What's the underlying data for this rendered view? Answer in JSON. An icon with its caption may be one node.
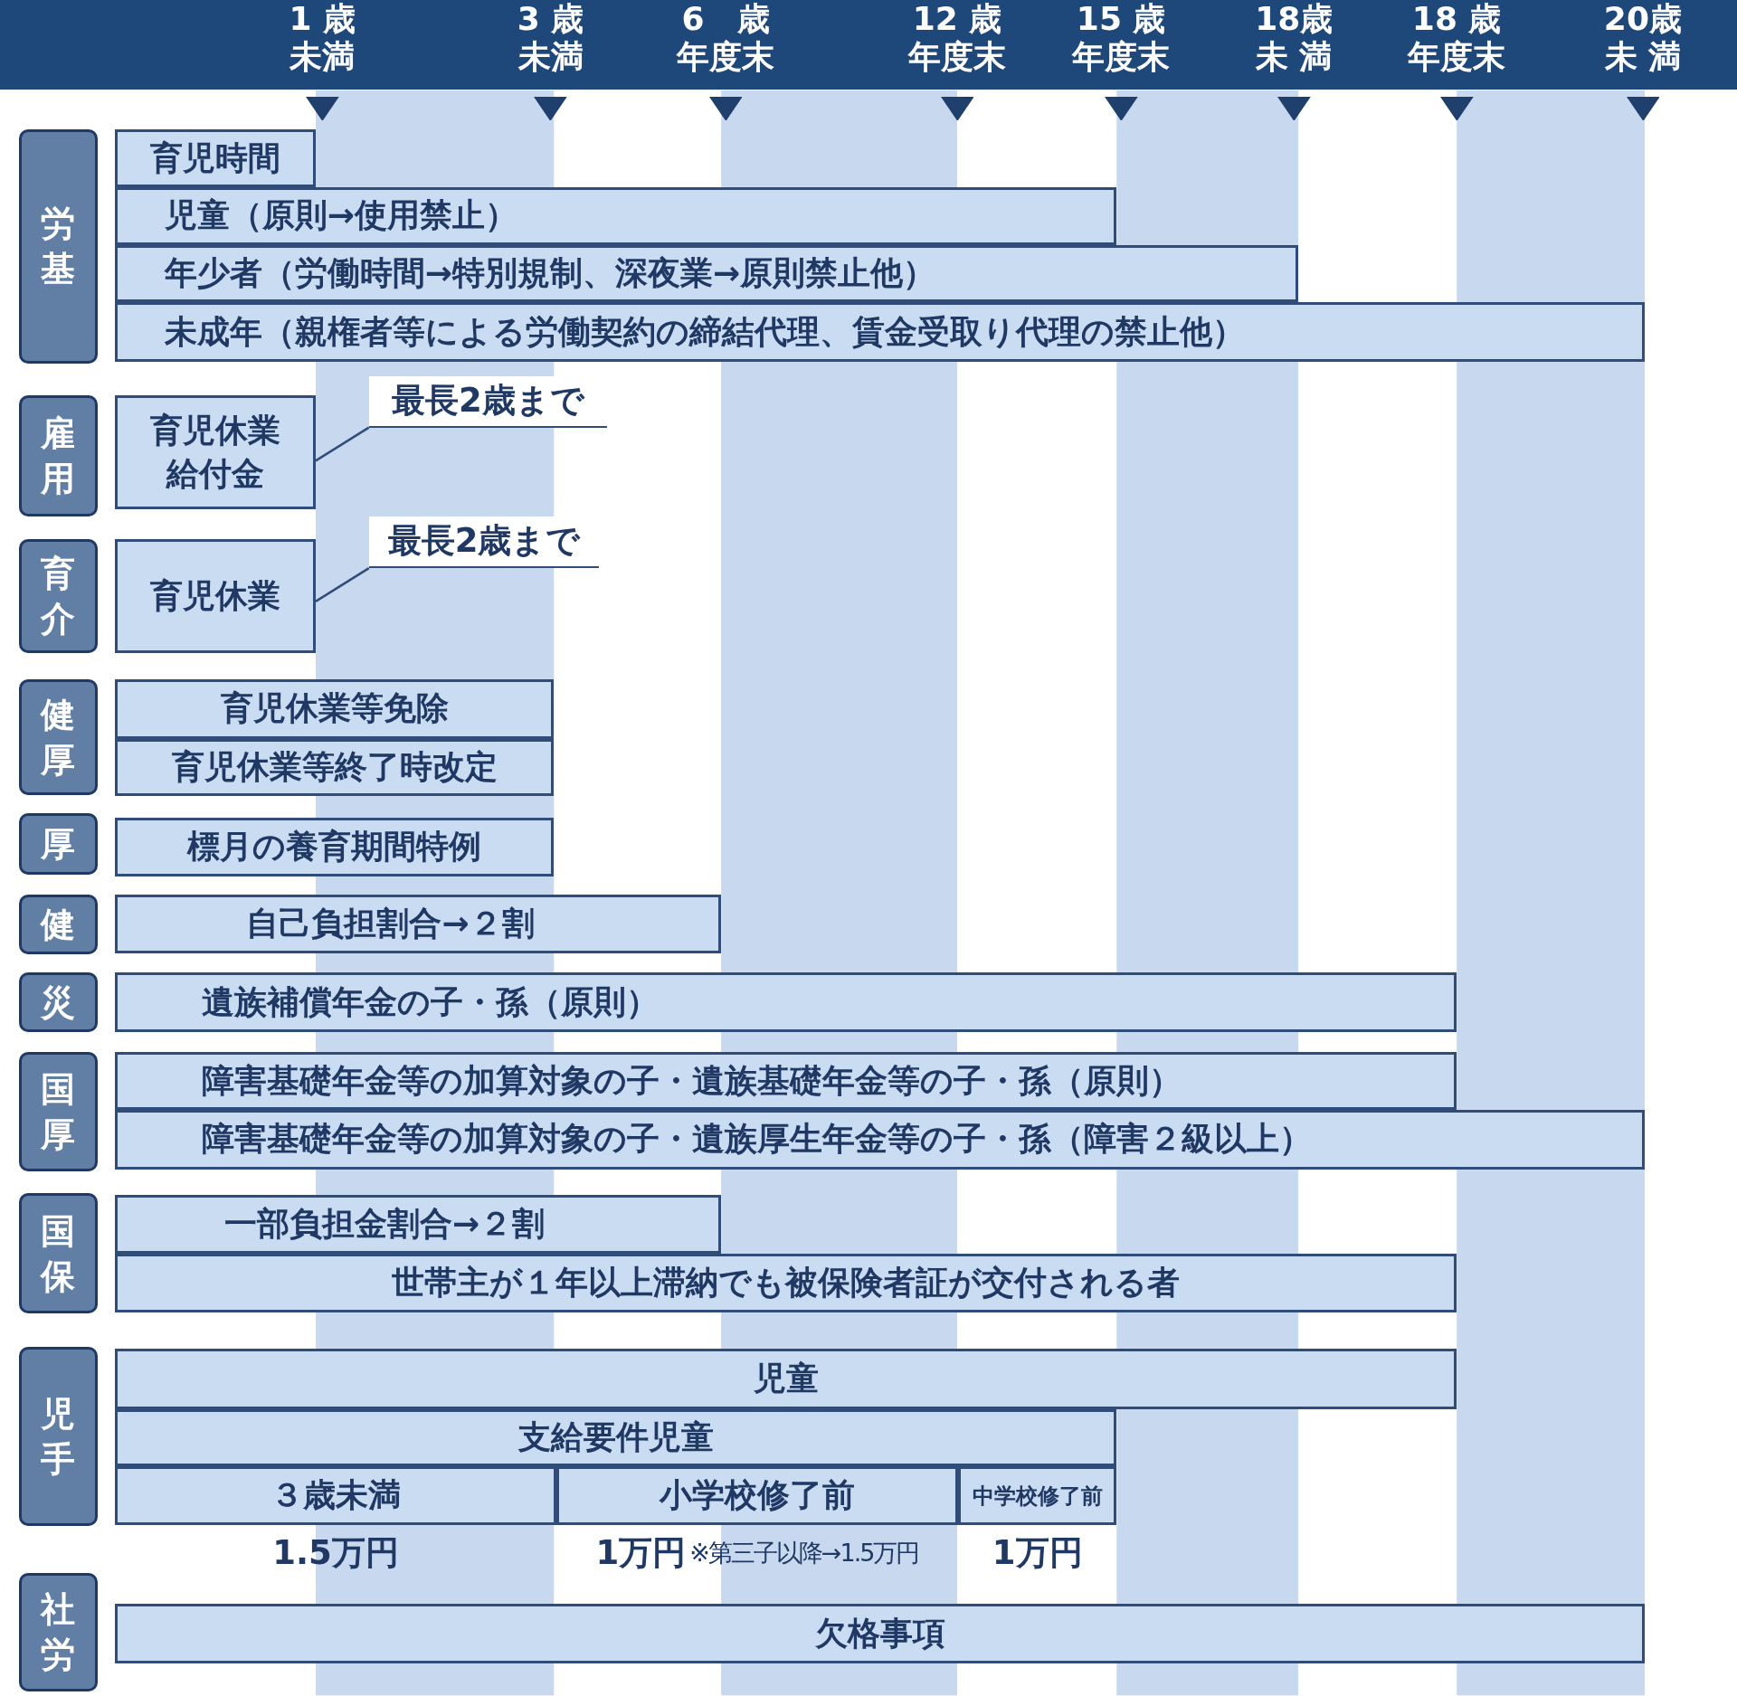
{
  "diagram": {
    "nodes": [
      {
        "text": [
          "労基"
        ]
      },
      {
        "text": [
          "育児時間"
        ]
      },
      {
        "text": [
          "児童（原則→使用禁止）"
        ]
      },
      {
        "text": [
          "年少者（労働時間→特別規制、深夜業→原則禁止他）"
        ]
      },
      {
        "text": [
          "未成年（親権者等による労働契約の締結代理、賃金受取り代理の禁止他）"
        ]
      },
      {
        "text": [
          "雇用"
        ]
      },
      {
        "text": [
          "育児休業給付金"
        ]
      },
      {
        "text": [
          "最長2歳まで"
        ]
      },
      {
        "text": [
          "育介"
        ]
      },
      {
        "text": [
          "育児休業"
        ]
      },
      {
        "text": [
          "最長2歳まで"
        ]
      },
      {
        "text": [
          "健厚"
        ]
      },
      {
        "text": [
          "育児休業等免除"
        ]
      },
      {
        "text": [
          "育児休業等終了時改定"
        ]
      },
      {
        "text": [
          "厚"
        ]
      },
      {
        "text": [
          "標月の養育期間特例"
        ]
      },
      {
        "text": [
          "健"
        ]
      },
      {
        "text": [
          "自己負担割合→２割"
        ]
      },
      {
        "text": [
          "災"
        ]
      },
      {
        "text": [
          "遺族補償年金の子・孫（原則）"
        ]
      },
      {
        "text": [
          "国厚"
        ]
      },
      {
        "text": [
          "障害基礎年金等の加算対象の子・遺族基礎年金等の子・孫（原則）"
        ]
      },
      {
        "text": [
          "障害基礎年金等の加算対象の子・遺族厚生年金等の子・孫（障害２級以上）"
        ]
      },
      {
        "text": [
          "国保"
        ]
      },
      {
        "text": [
          "一部負担金割合→２割"
        ]
      },
      {
        "text": [
          "世帯主が１年以上滞納でも被保険者証が交付される者"
        ]
      },
      {
        "text": [
          "児手"
        ]
      },
      {
        "text": [
          "児童"
        ]
      },
      {
        "text": [
          "支給要件児童"
        ]
      },
      {
        "text": [
          "３歳未満"
        ],
        "beside": [
          "1.5万円"
        ]
      },
      {
        "text": [
          "小学校修了前"
        ],
        "beside": [
          "1万円",
          "※第三子以降→1.5万円"
        ]
      },
      {
        "text": [
          "中学校修了前"
        ],
        "beside": [
          "1万円"
        ]
      },
      {
        "text": [
          "社労"
        ]
      },
      {
        "text": [
          "欠格事項"
        ]
      }
    ],
    "edges": [
      {
        "from": 7,
        "to": 6,
        "arrow": "none"
      },
      {
        "from": 10,
        "to": 9,
        "arrow": "none"
      }
    ],
    "labels": [
      "1 歳未満",
      "3 歳未満",
      "6　歳年度末",
      "12 歳年度末",
      "15 歳年度末",
      "18歳未 満",
      "18 歳年度末",
      "20歳未 満"
    ]
  }
}
